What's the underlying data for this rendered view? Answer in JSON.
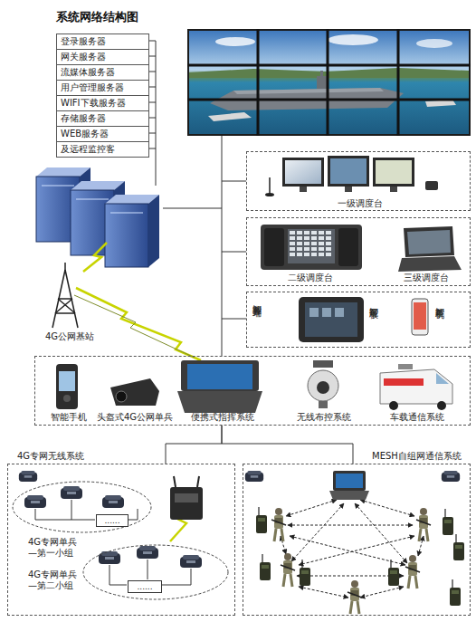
{
  "diagram": {
    "title": "系统网络结构图",
    "nodes": [
      {
        "text": [
          "登录服务器"
        ]
      },
      {
        "text": [
          "网关服务器"
        ]
      },
      {
        "text": [
          "流媒体服务器"
        ]
      },
      {
        "text": [
          "用户管理服务器"
        ]
      },
      {
        "text": [
          "WIFI下载服务器"
        ]
      },
      {
        "text": [
          "存储服务器"
        ]
      },
      {
        "text": [
          "WEB服务器"
        ]
      },
      {
        "text": [
          "及远程监控客"
        ]
      },
      {
        "text": [
          "一级调度台"
        ]
      },
      {
        "text": [
          "二级调度台",
          "三级调度台"
        ]
      },
      {
        "text": [
          "智能客户端",
          "智能平板",
          "智能手机"
        ]
      },
      {
        "text": [
          "智能手机",
          "头盔式4G公网单兵",
          "便携式指挥系统",
          "无线布控系统",
          "车载通信系统"
        ]
      },
      {
        "text": [
          "4G专网无线系统"
        ]
      },
      {
        "text": [
          "4G专网单兵 —第一小组"
        ],
        "in": 12
      },
      {
        "text": [
          "......"
        ],
        "in": 13
      },
      {
        "text": [
          "4G专网单兵 —第二小组"
        ],
        "in": 12
      },
      {
        "text": [
          "......"
        ],
        "in": 15
      },
      {
        "text": [
          "MESH自组网通信系统"
        ]
      }
    ],
    "edges": [
      {
        "from": 11,
        "to": 12,
        "arrow": "none"
      },
      {
        "from": 11,
        "to": 17,
        "arrow": "none"
      }
    ],
    "labels": [
      "4G公网基站"
    ]
  }
}
